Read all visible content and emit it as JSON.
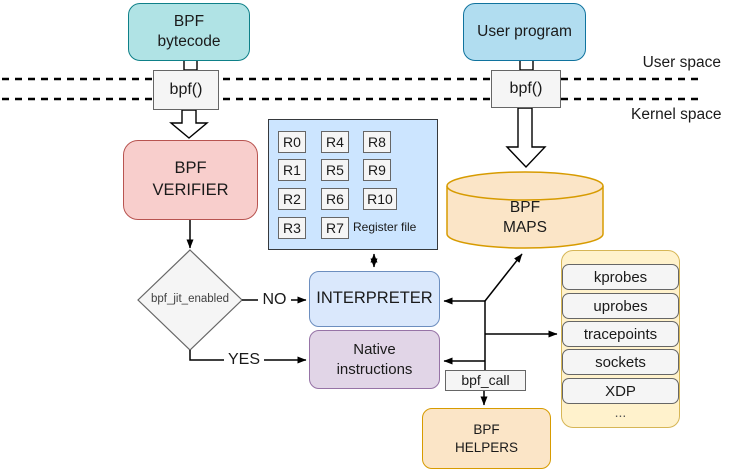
{
  "diagram": {
    "user_space_label": "User space",
    "kernel_space_label": "Kernel space",
    "bpf_bytecode": {
      "line1": "BPF",
      "line2": "bytecode"
    },
    "user_program": {
      "label": "User program"
    },
    "bpf_syscall_left": {
      "label": "bpf()"
    },
    "bpf_syscall_right": {
      "label": "bpf()"
    },
    "bpf_verifier": {
      "line1": "BPF",
      "line2": "VERIFIER"
    },
    "register_file": {
      "caption": "Register file",
      "registers": [
        "R0",
        "R1",
        "R2",
        "R3",
        "R4",
        "R5",
        "R6",
        "R7",
        "R8",
        "R9",
        "R10"
      ]
    },
    "jit_decision": {
      "label": "bpf_jit_enabled",
      "no": "NO",
      "yes": "YES"
    },
    "interpreter": {
      "label": "INTERPRETER"
    },
    "native_instructions": {
      "line1": "Native",
      "line2": "instructions"
    },
    "bpf_maps": {
      "line1": "BPF",
      "line2": "MAPS"
    },
    "bpf_call": {
      "label": "bpf_call"
    },
    "bpf_helpers": {
      "line1": "BPF",
      "line2": "HELPERS"
    },
    "hooks": {
      "items": [
        "kprobes",
        "uprobes",
        "tracepoints",
        "sockets",
        "XDP",
        "..."
      ]
    },
    "colors": {
      "teal_fill": "#B0E3E5",
      "teal_stroke": "#0E8088",
      "blue_fill": "#B1DDF0",
      "blue_stroke": "#10739E",
      "pink_fill": "#F8CECC",
      "pink_stroke": "#B85450",
      "lightblue_fill": "#DAE8FC",
      "lightblue_stroke": "#6C8EBF",
      "regfile_fill": "#CCE5FF",
      "regfile_stroke": "#36393D",
      "purple_fill": "#E1D5E7",
      "purple_stroke": "#9673A6",
      "orange_fill": "#FBE5C7",
      "orange_stroke": "#D79B00",
      "yellow_fill": "#FFF2CC",
      "yellow_stroke": "#D6B656",
      "gray_fill": "#F5F5F5",
      "gray_stroke": "#666666",
      "line": "#000000"
    }
  }
}
